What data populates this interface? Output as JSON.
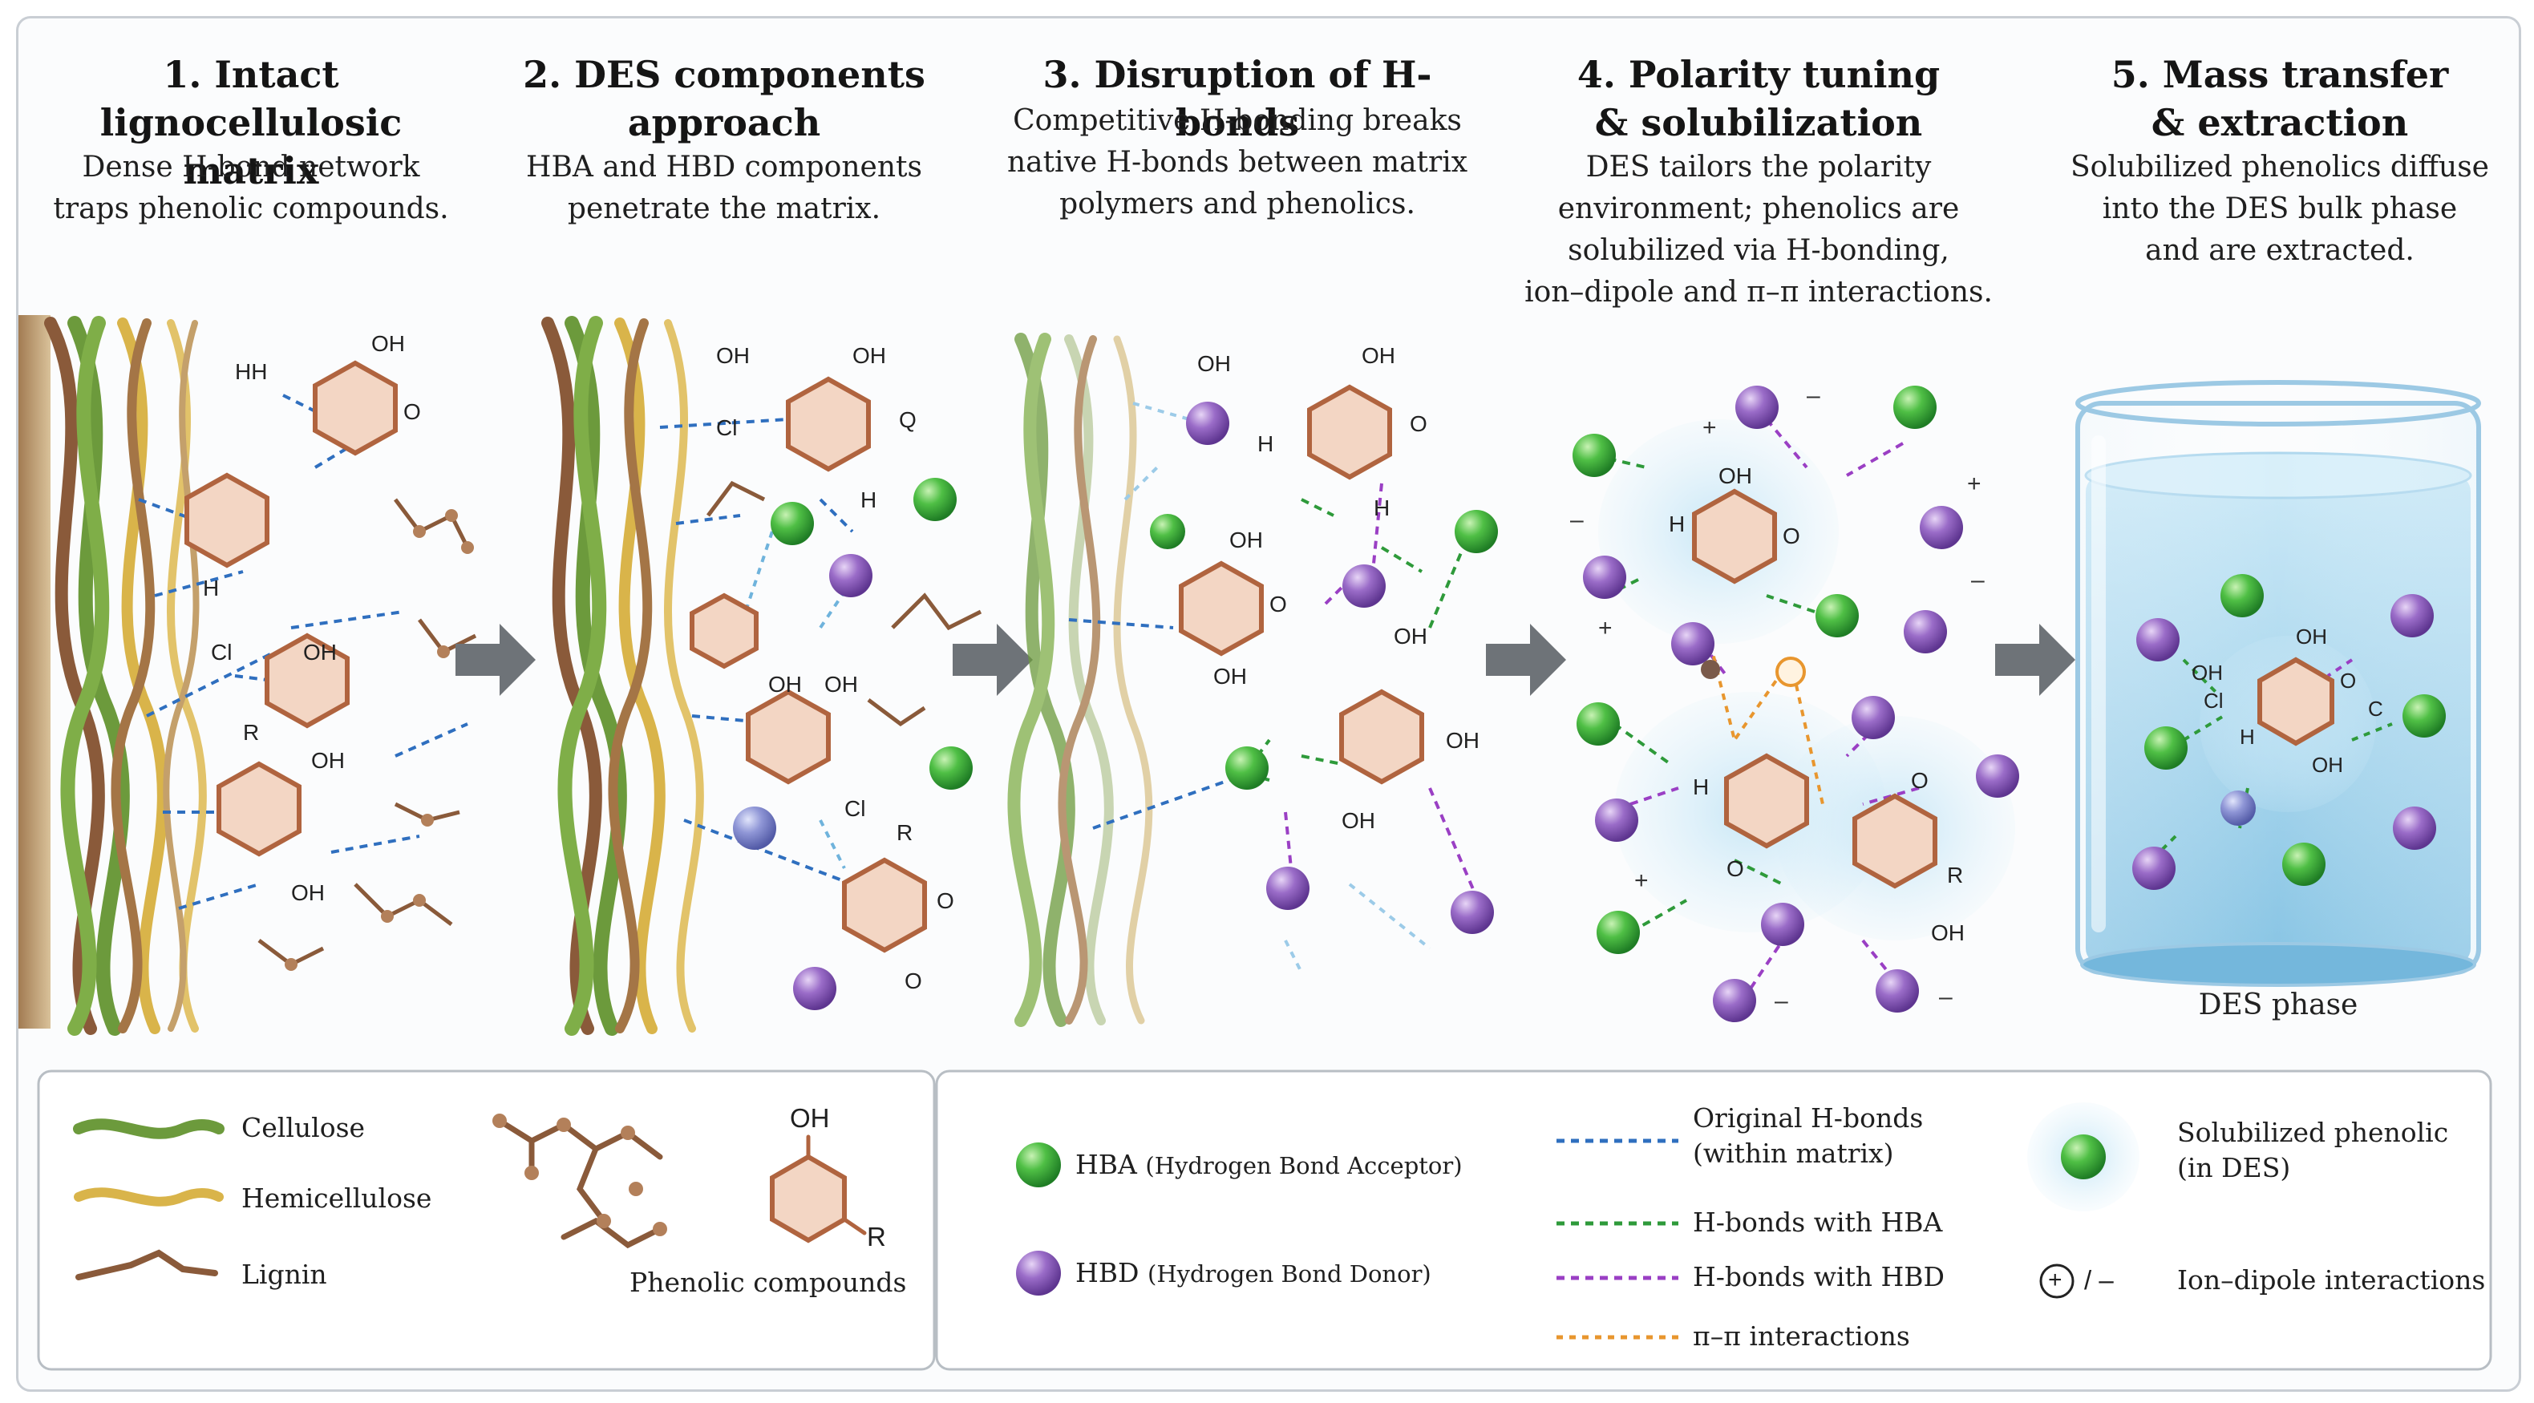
{
  "stages": [
    {
      "title": "1.  Intact lignocellulosic\nmatrix",
      "description": "Dense H-bond network\ntraps phenolic compounds."
    },
    {
      "title": "2.  DES components\napproach",
      "description": "HBA and HBD components\npenetrate the matrix."
    },
    {
      "title": "3.  Disruption of H-bonds",
      "description": "Competitive H-bonding breaks\nnative H-bonds between matrix\npolymers and phenolics."
    },
    {
      "title": "4.  Polarity tuning\n& solubilization",
      "description": "DES tailors the polarity\nenvironment; phenolics are\nsolubilized via H-bonding,\nion–dipole and π–π interactions."
    },
    {
      "title": "5.  Mass transfer\n& extraction",
      "description": "Solubilized phenolics diffuse\ninto the DES bulk phase\nand are extracted."
    }
  ],
  "des_phase_label": "DES phase",
  "atom_labels": {
    "oh": "OH",
    "o": "O",
    "h": "H",
    "hh": "HH",
    "r": "R",
    "cl": "Cl",
    "q": "Q",
    "c": "C",
    "plus": "+",
    "minus": "–"
  },
  "legend_left": {
    "cellulose": "Cellulose",
    "hemicellulose": "Hemicellulose",
    "lignin": "Lignin",
    "phenolic_compounds": "Phenolic compounds",
    "phenolic_oh": "OH",
    "phenolic_r": "R"
  },
  "legend_right": {
    "hba": "HBA",
    "hba_full": "(Hydrogen Bond Acceptor)",
    "hbd": "HBD",
    "hbd_full": "(Hydrogen Bond Donor)",
    "original_hbonds": "Original H-bonds\n(within matrix)",
    "hbonds_hba": "H-bonds with HBA",
    "hbonds_hbd": "H-bonds with HBD",
    "pi_pi": "π–π interactions",
    "solubilized_phenolic": "Solubilized phenolic\n(in DES)",
    "ion_symbol_plus": "+",
    "ion_symbol_slash": "/ –",
    "ion_dipole": "Ion–dipole interactions"
  },
  "colors": {
    "hba": "#3aa63a",
    "hbd": "#8a5ab8",
    "hbd_blue": "#7f86c8",
    "original_hbond": "#2f6fbf",
    "hba_bond": "#2e9a3a",
    "hbd_bond": "#9a3fc4",
    "pi_pi": "#e8962e",
    "cellulose": "#6c9a3c",
    "hemicellulose": "#d9b44a",
    "lignin": "#8a5a3a",
    "ring": "#b0643f",
    "ring_fill": "#f3d6c4",
    "liquid": "#9fd2ea",
    "arrow": "#6e7378",
    "panel_border": "#b8bec4"
  }
}
